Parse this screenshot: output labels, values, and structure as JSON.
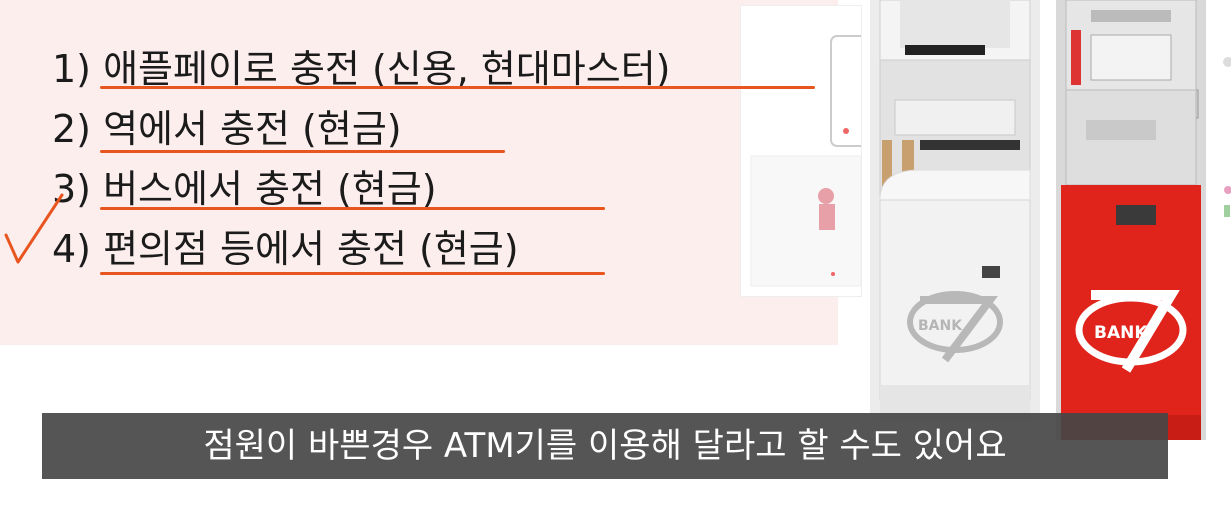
{
  "slide": {
    "items": [
      {
        "label": "1) 애플페이로 충전 (신용, 현대마스터)"
      },
      {
        "label": "2) 역에서 충전 (현금)"
      },
      {
        "label": "3) 버스에서 충전 (현금)"
      },
      {
        "label": "4) 편의점 등에서 충전 (현금)"
      }
    ]
  },
  "atm_left": {
    "brand": "BANK"
  },
  "atm_right": {
    "brand": "BANK"
  },
  "subtitle": {
    "text": "점원이 바쁜경우 ATM기를 이용해 달라고 할 수도 있어요"
  },
  "colors": {
    "underline": "#e8551e",
    "atm_red": "#e0241b",
    "panel": "#fdeeee"
  }
}
